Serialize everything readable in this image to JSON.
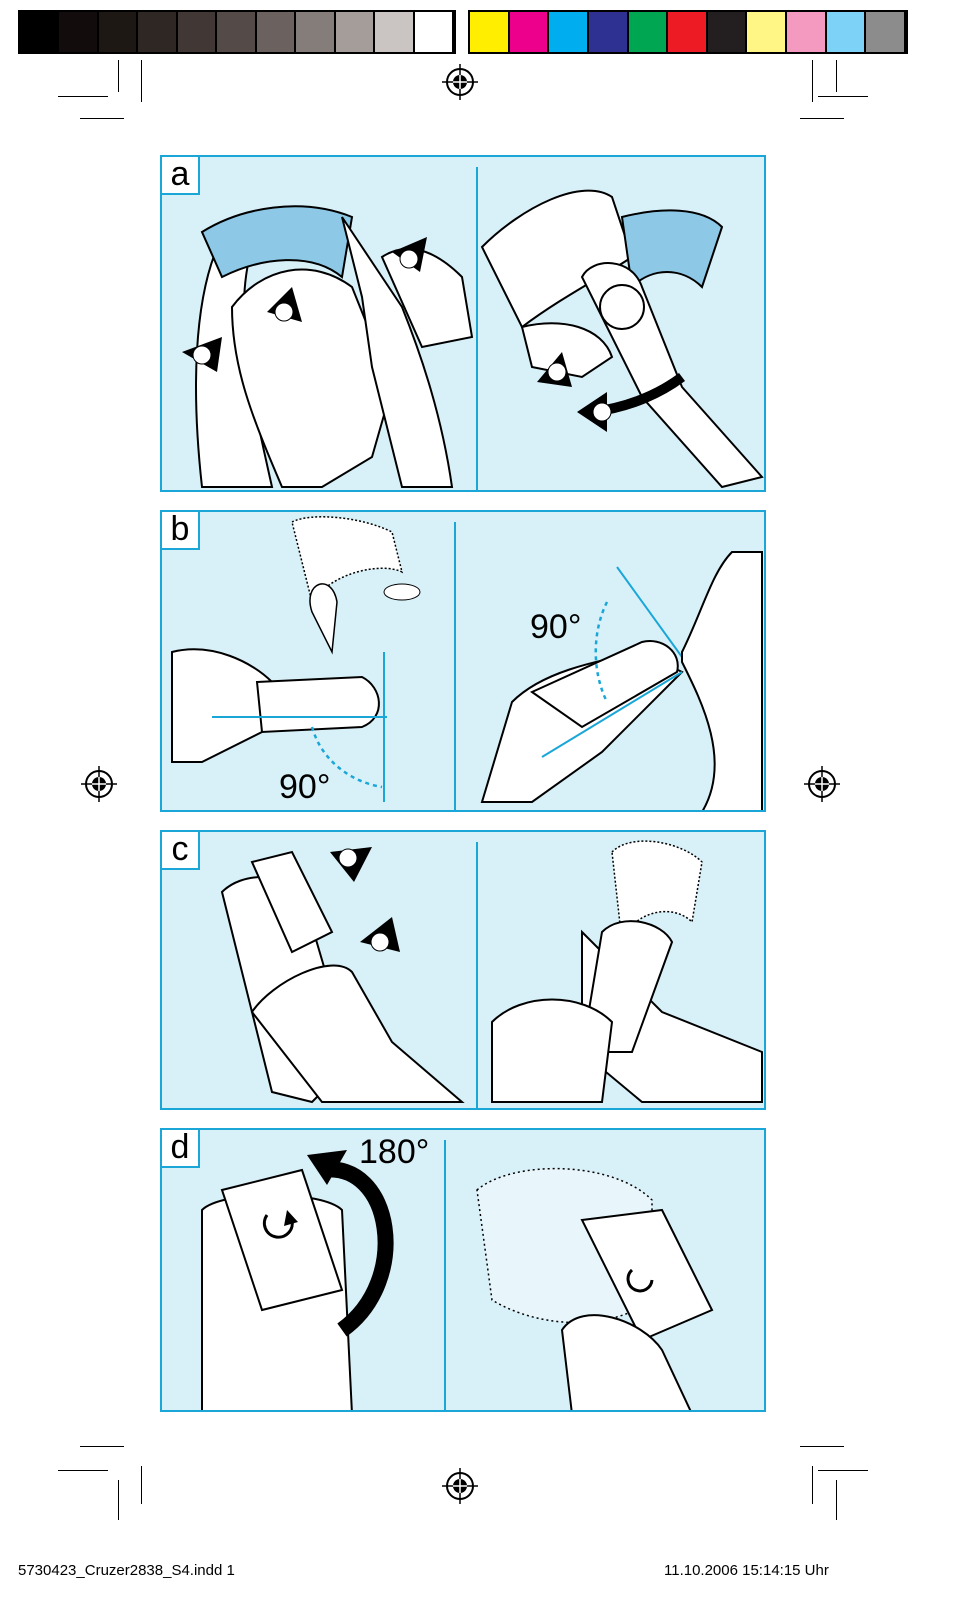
{
  "color_bar": {
    "gray_swatches": [
      "#000000",
      "#120d0c",
      "#1e1815",
      "#2e2724",
      "#413835",
      "#544b48",
      "#6b625f",
      "#857d7a",
      "#a49d9a",
      "#cac4c2",
      "#ffffff"
    ],
    "color_swatches": [
      "#ffee00",
      "#ec008c",
      "#00aeef",
      "#2e3192",
      "#00a651",
      "#ed1c24",
      "#231f20",
      "#fff685",
      "#f49ac1",
      "#7dd3f7",
      "#8c8c8c"
    ]
  },
  "panels": [
    {
      "label": "a",
      "angle_text": ""
    },
    {
      "label": "b",
      "angle_left": "90°",
      "angle_right": "90°"
    },
    {
      "label": "c"
    },
    {
      "label": "d",
      "angle_text": "180°"
    }
  ],
  "footer": {
    "filename": "5730423_Cruzer2838_S4.indd   1",
    "timestamp": "11.10.2006   15:14:15 Uhr"
  },
  "icons": [
    "registration-mark",
    "arrow-1-icon",
    "arrow-2-icon",
    "rotate-icon"
  ]
}
